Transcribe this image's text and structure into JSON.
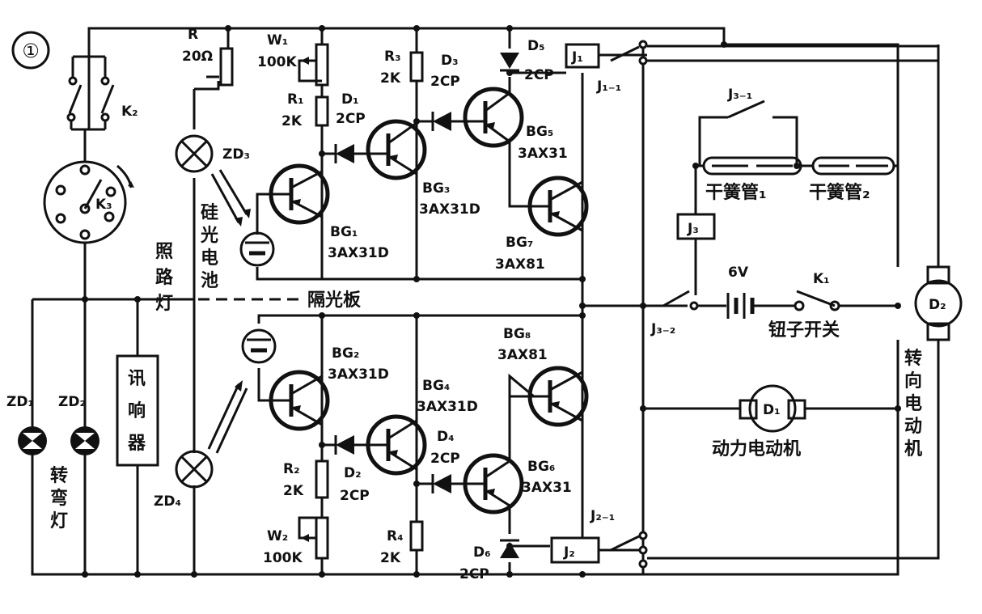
{
  "figure_number": "①",
  "labels": {
    "K2": "K₂",
    "K3": "K₃",
    "K1": "K₁",
    "R": "R",
    "R_val": "20Ω",
    "W1": "W₁",
    "W1_val": "100K",
    "R1": "R₁",
    "R1_val": "2K",
    "R3": "R₃",
    "R3_val": "2K",
    "D1": "D₁",
    "D1_val": "2CP",
    "D3": "D₃",
    "D3_val": "2CP",
    "D5": "D₅",
    "D5_val": "2CP",
    "J1": "J₁",
    "J1_1": "J₁₋₁",
    "BG1": "BG₁",
    "BG1_type": "3AX31D",
    "BG3": "BG₃",
    "BG3_type": "3AX31D",
    "BG5": "BG₅",
    "BG5_type": "3AX31",
    "BG7": "BG₇",
    "BG7_type": "3AX81",
    "ZD3": "ZD₃",
    "ZD4": "ZD₄",
    "ZD1": "ZD₁",
    "ZD2": "ZD₂",
    "J3_1": "J₃₋₁",
    "J3": "J₃",
    "J3_2": "J₃₋₂",
    "reed1": "干簧管₁",
    "reed2": "干簧管₂",
    "v6": "6V",
    "toggle_switch": "钮子开关",
    "divider": "隔光板",
    "zhaolu_deng": [
      "照",
      "路",
      "灯"
    ],
    "solar_cell": [
      "硅",
      "光",
      "电",
      "池"
    ],
    "buzzer": [
      "讯",
      "响",
      "器"
    ],
    "turn_lamp": [
      "转",
      "弯",
      "灯"
    ],
    "steer_motor": [
      "转",
      "向",
      "电",
      "动",
      "机"
    ],
    "D2": "D₂",
    "D1m": "D₁",
    "power_motor": "动力电动机",
    "BG2": "BG₂",
    "BG2_type": "3AX31D",
    "BG4": "BG₄",
    "BG4_type": "3AX31D",
    "BG6": "BG₆",
    "BG6_type": "3AX31",
    "BG8": "BG₈",
    "BG8_type": "3AX81",
    "D2d": "D₂",
    "D2d_val": "2CP",
    "D4": "D₄",
    "D4_val": "2CP",
    "D6": "D₆",
    "D6_val": "2CP",
    "R2": "R₂",
    "R2_val": "2K",
    "R4": "R₄",
    "R4_val": "2K",
    "W2": "W₂",
    "W2_val": "100K",
    "J2": "J₂",
    "J2_1": "J₂₋₁"
  }
}
